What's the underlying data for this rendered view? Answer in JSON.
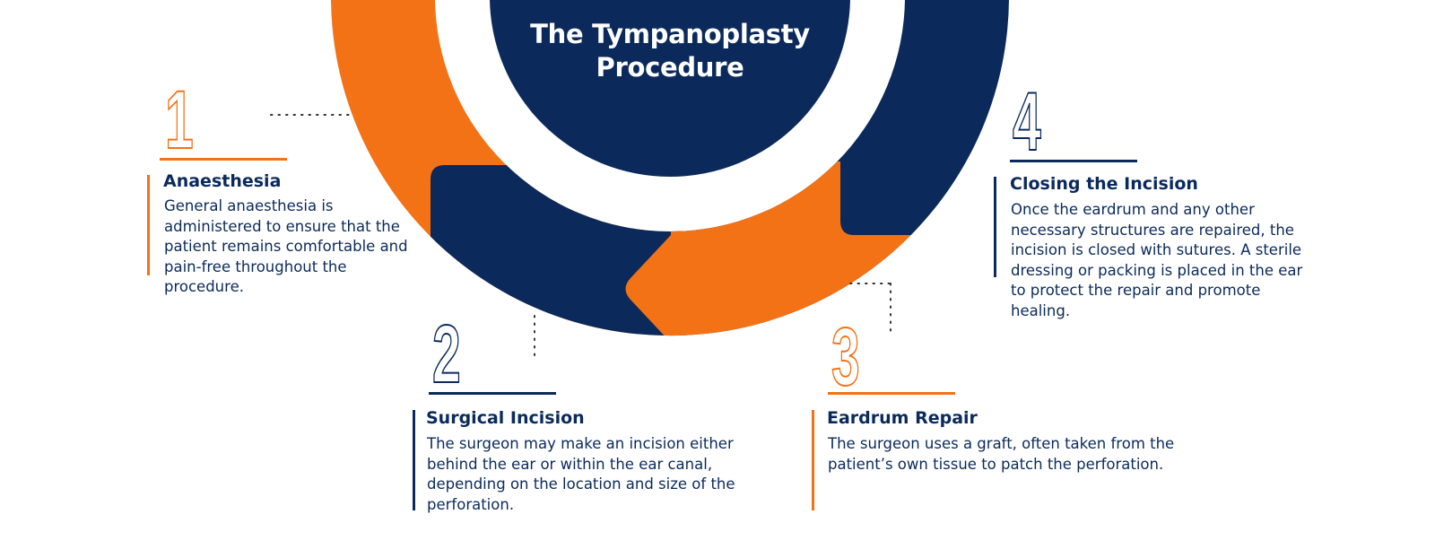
{
  "title": "The Tympanoplasty Procedure",
  "title_lines": [
    "The Tympanoplasty",
    "Procedure"
  ],
  "colors": {
    "navy": "#0b2a5b",
    "orange": "#f47216",
    "white": "#ffffff",
    "dots": "#333333"
  },
  "steps": [
    {
      "number": "1",
      "title": "Anaesthesia",
      "description": "General anaesthesia is administered to ensure that the patient remains comfortable and pain-free throughout the procedure.",
      "accent": "orange"
    },
    {
      "number": "2",
      "title": "Surgical Incision",
      "description": "The surgeon may make an incision either behind the ear or within the ear canal, depending on the location and size of the perforation.",
      "accent": "navy"
    },
    {
      "number": "3",
      "title": "Eardrum Repair",
      "description": "The surgeon uses a graft, often taken from the patient’s own tissue to patch the perforation.",
      "accent": "orange"
    },
    {
      "number": "4",
      "title": "Closing the Incision",
      "description": "Once the eardrum and any other necessary structures are repaired, the incision is closed with sutures. A sterile dressing or packing is placed in the ear to protect the repair and promote healing.",
      "accent": "navy"
    }
  ]
}
